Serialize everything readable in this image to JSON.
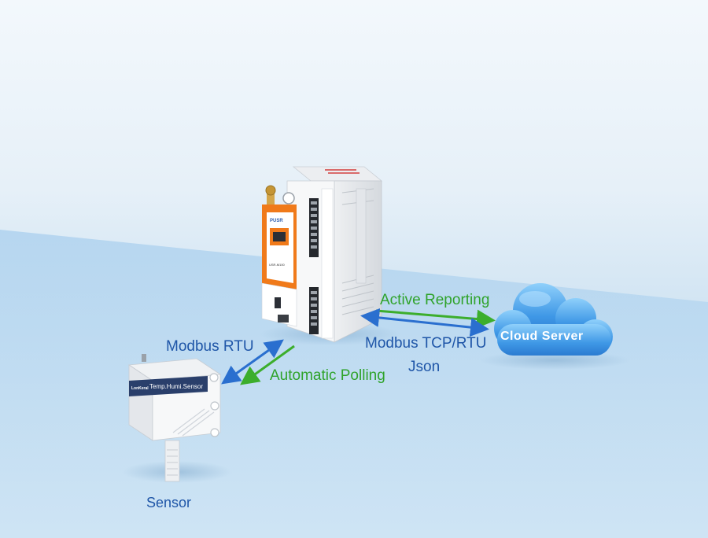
{
  "labels": {
    "modbus_rtu": "Modbus RTU",
    "automatic_polling": "Automatic Polling",
    "active_reporting": "Active Reporting",
    "modbus_tcp_rtu": "Modbus TCP/RTU",
    "json": "Json",
    "cloud_server": "Cloud Server",
    "sensor": "Sensor"
  },
  "device": {
    "brand": "PUSR",
    "model": "USR-M100"
  },
  "sensor_device": {
    "brand_tag": "LonKeral",
    "name": "Temp.Humi.Sensor"
  },
  "colors": {
    "blue_arrow": "#2a6fcf",
    "green_arrow": "#3cae2c",
    "gateway_orange": "#f07a1a",
    "cloud": "#4fa6ea"
  }
}
